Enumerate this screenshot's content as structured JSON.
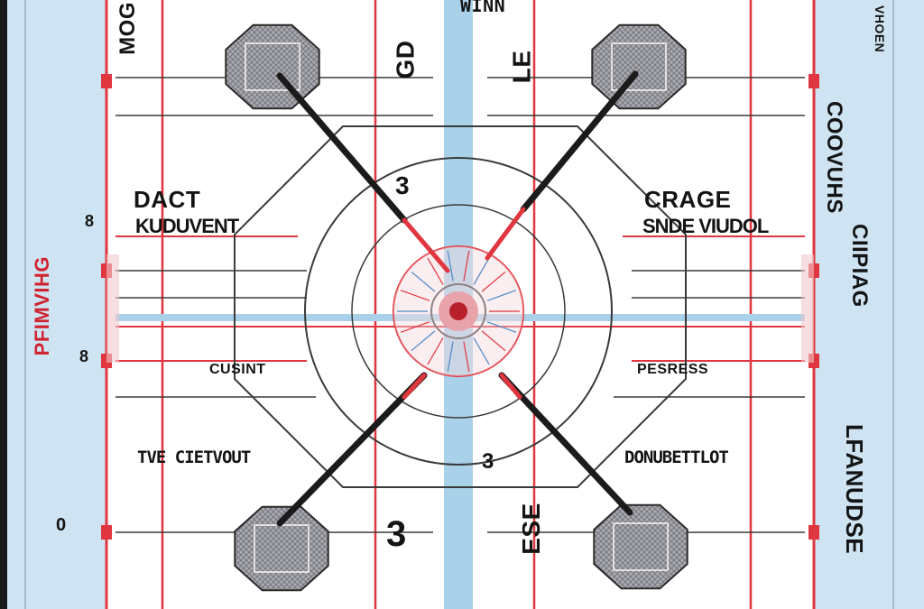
{
  "colors": {
    "board": "#ffffff",
    "side_panel": "#cfe4f2",
    "center_band": "#a9d1ea",
    "rule_red": "#e0363f",
    "rule_line": "#3a3a3a",
    "stick": "#1b1b1b",
    "net_grey": "#a9aab0",
    "blue_accent": "#4b88c8"
  },
  "labels": {
    "top_center": "WINN",
    "top_left_corner": "MOG",
    "upper_left_title": "DACT",
    "upper_left_sub": "KUDUVENT",
    "upper_right_title": "CRAGE",
    "upper_right_sub": "SNDE VIUDOL",
    "mid_left": "CUSINT",
    "mid_right": "PESRESS",
    "lower_left": "TVE CIETVOUT",
    "lower_right": "DONUBETTLOT",
    "number_upper_left_a": "GD",
    "number_upper_right_a": "LE",
    "number_center_top": "3",
    "number_center_bottom": "3",
    "number_bottom_left": "3",
    "number_bottom_right": "ESE",
    "left_panel_text": "PFIMVIHG",
    "left_panel_small_top": "8",
    "left_panel_small_mid": "8",
    "left_panel_small_bottom": "0",
    "right_panel_top": "COOVUHS",
    "right_panel_mid": "CIIPIAG",
    "right_panel_bottom": "LFANUDSE",
    "right_panel_fine": "VHOEN"
  }
}
